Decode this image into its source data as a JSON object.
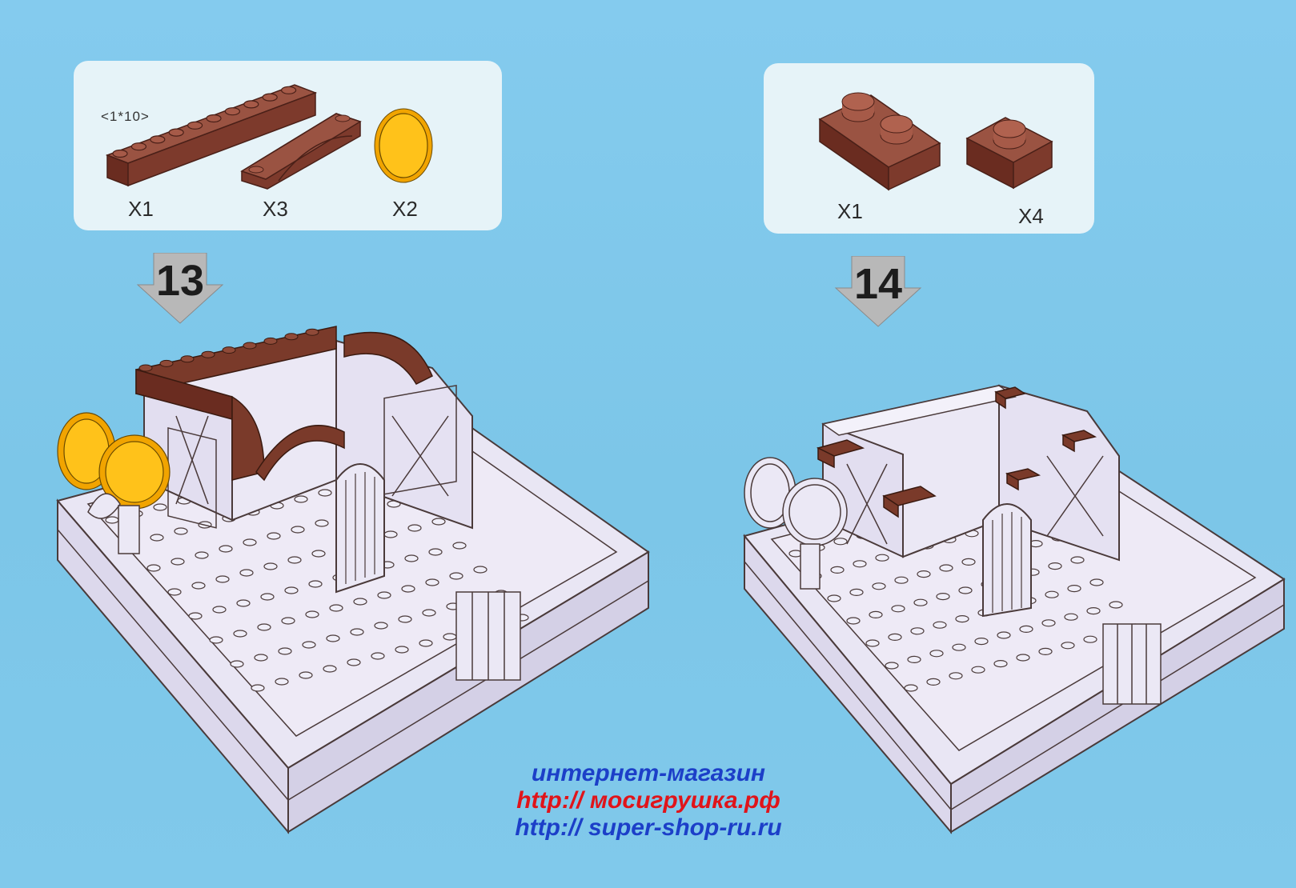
{
  "step13": {
    "number": "13",
    "parts": [
      {
        "dims": "<1*10>",
        "qty": "X1"
      },
      {
        "qty": "X3"
      },
      {
        "qty": "X2"
      }
    ]
  },
  "step14": {
    "number": "14",
    "parts": [
      {
        "qty": "X1"
      },
      {
        "qty": "X4"
      }
    ]
  },
  "watermark": {
    "line1": "интернет-магазин",
    "line2": "http:// мосигрушка.рф",
    "line3": "http:// super-shop-ru.ru"
  },
  "colors": {
    "background": "#7fc8ea",
    "panel": "#e6f3f8",
    "brick_brown": "#7a3a2a",
    "flower_yellow": "#ffc21a",
    "model_white": "#e9e6f4",
    "line1": "#1c3fc8",
    "line2": "#e0141a",
    "line3": "#1c3fc8"
  },
  "icons": [
    "brick-1x10-icon",
    "arch-brick-icon",
    "sunflower-icon",
    "plate-1x2-icon",
    "plate-1x1-icon",
    "step-arrow-icon"
  ]
}
